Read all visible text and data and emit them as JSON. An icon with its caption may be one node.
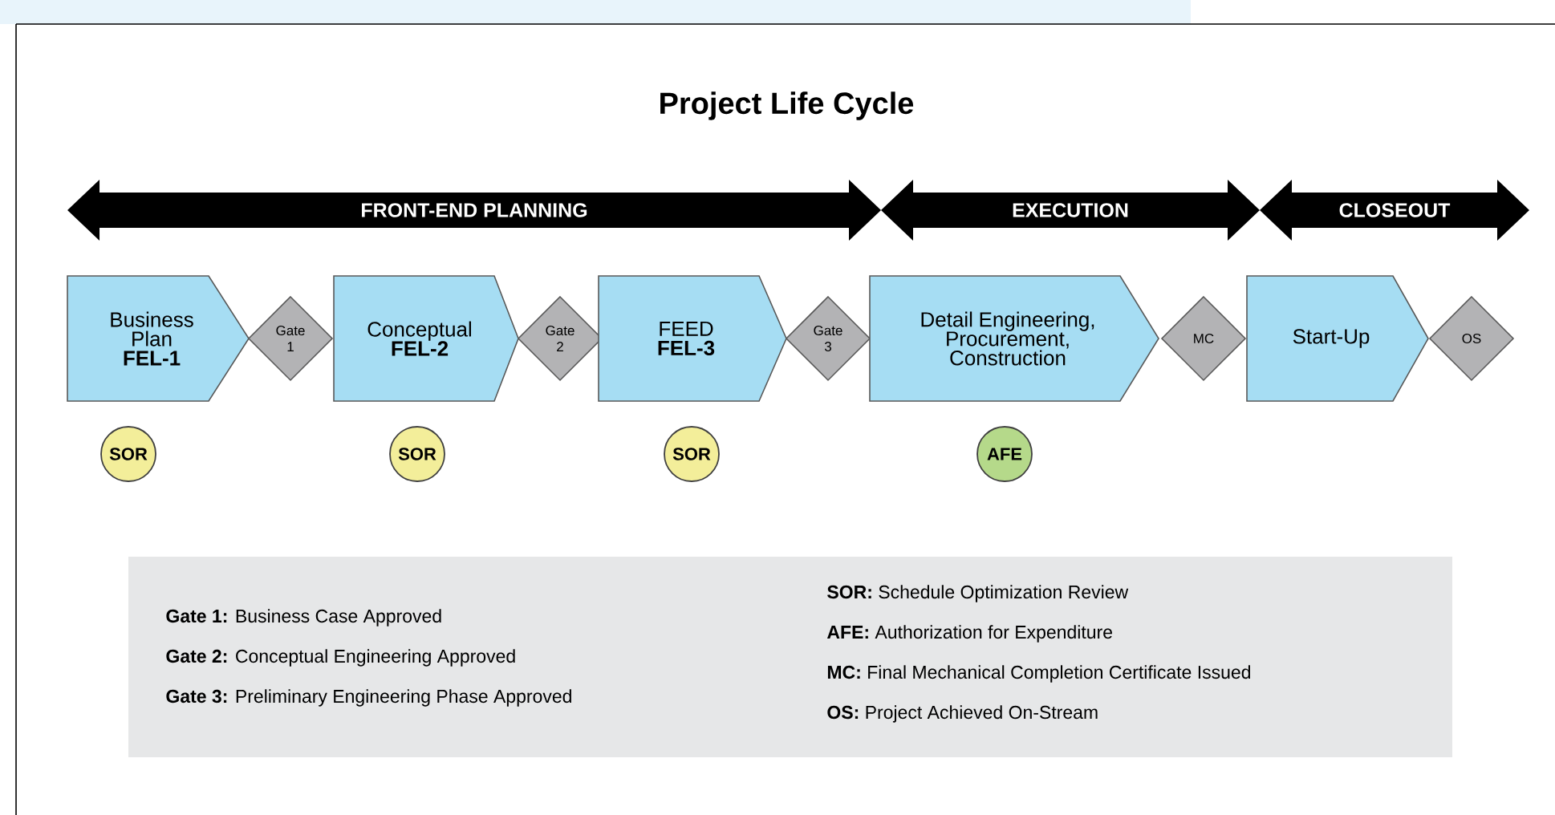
{
  "diagram": {
    "title": "Project Life Cycle",
    "nodes": [
      {
        "text": [
          "FRONT-END PLANNING"
        ]
      },
      {
        "text": [
          "EXECUTION"
        ]
      },
      {
        "text": [
          "CLOSEOUT"
        ]
      },
      {
        "text": [
          "Business Plan",
          "FEL-1"
        ]
      },
      {
        "text": [
          "Gate 1"
        ]
      },
      {
        "text": [
          "Conceptual",
          "FEL-2"
        ]
      },
      {
        "text": [
          "Gate 2"
        ]
      },
      {
        "text": [
          "FEED",
          "FEL-3"
        ]
      },
      {
        "text": [
          "Gate 3"
        ]
      },
      {
        "text": [
          "Detail Engineering, Procurement, Construction"
        ]
      },
      {
        "text": [
          "MC"
        ]
      },
      {
        "text": [
          "Start-Up"
        ]
      },
      {
        "text": [
          "OS"
        ]
      },
      {
        "text": [
          "SOR"
        ]
      },
      {
        "text": [
          "SOR"
        ]
      },
      {
        "text": [
          "SOR"
        ]
      },
      {
        "text": [
          "AFE"
        ]
      },
      {
        "text": [
          "**Gate 1:** Business Case Approved",
          "**Gate 2:** Conceptual Engineering Approved",
          "**Gate 3:** Preliminary Engineering Phase Approved",
          "**SOR:** Schedule Optimization Review",
          "**AFE:** Authorization for Expenditure",
          "**MC:** Final Mechanical Completion Certificate Issued",
          "**OS:** Project Achieved On-Stream"
        ]
      }
    ]
  }
}
